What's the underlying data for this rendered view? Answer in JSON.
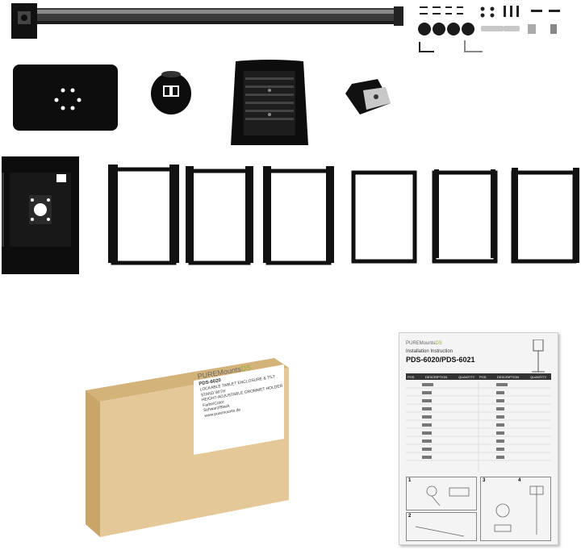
{
  "box": {
    "brand": "PUREMounts",
    "brand_suffix": "DS",
    "model": "PDS-6020",
    "description_line1": "LOCKABLE TABLET ENCLOSURE & TILT STAND WITH",
    "description_line2": "HEIGHT-ADJUSTABLE GROMMET HOLDER",
    "color_label": "Farbe/Color:",
    "color_value": "Schwarz/Black",
    "website": "www.puremounts.de"
  },
  "manual": {
    "brand": "PUREMounts",
    "brand_suffix": "DS",
    "subtitle": "Installation Instruction",
    "model": "PDS-6020/PDS-6021",
    "table_headers": [
      "POS",
      "DESCRIPTION",
      "QUANTITY",
      "POS",
      "DESCRIPTION",
      "QUANTITY"
    ],
    "steps": [
      "1",
      "2",
      "3",
      "4"
    ]
  },
  "colors": {
    "metal": "#0d0d0d",
    "rail": "#4a4a4a",
    "cardboard": "#e4c898",
    "cardboard_edge": "#c9a56a",
    "brand_green": "#8fae3b"
  }
}
